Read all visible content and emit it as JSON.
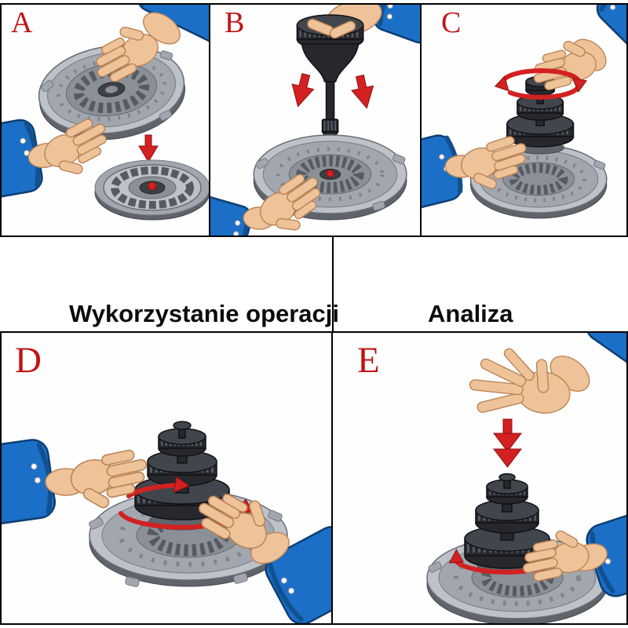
{
  "panels": [
    {
      "label": "A"
    },
    {
      "label": "B"
    },
    {
      "label": "C"
    },
    {
      "label": "D"
    },
    {
      "label": "E"
    }
  ],
  "captions": {
    "left": "Wykorzystanie operacji",
    "right": "Analiza"
  },
  "colors": {
    "panel_label": "#c11414",
    "arrow_red": "#d32121",
    "sleeve_blue": "#1b6fc6",
    "skin": "#eec39a",
    "metal_gray": "#a2a7af",
    "tool_black": "#26282d",
    "border": "#000000",
    "background": "#ffffff",
    "caption_text": "#0c0c0c"
  }
}
